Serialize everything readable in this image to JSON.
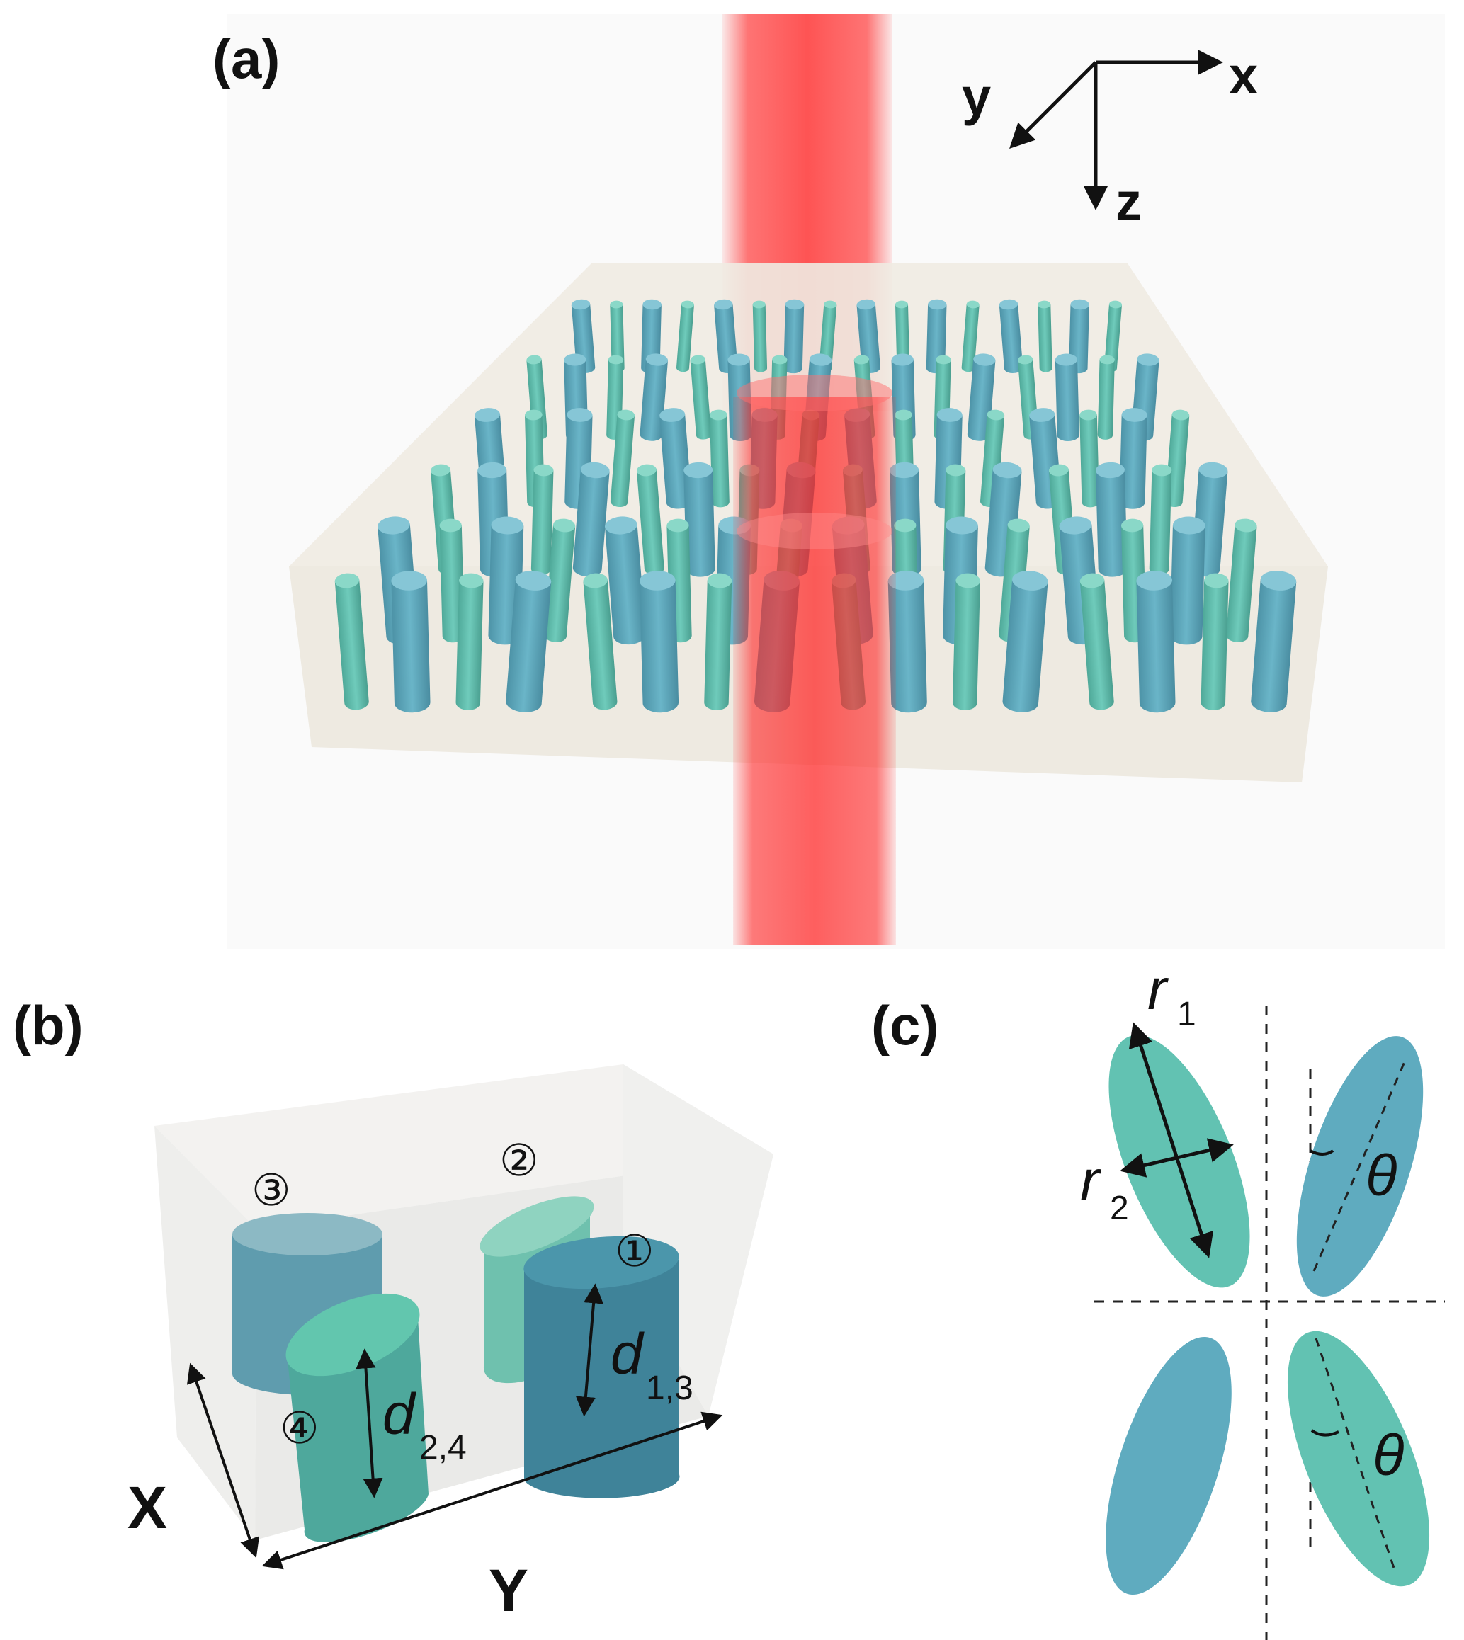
{
  "panel_a": {
    "label": "(a)",
    "axes": {
      "x": "x",
      "y": "y",
      "z": "z"
    }
  },
  "panel_b": {
    "label": "(b)",
    "pillar_numbers": [
      "①",
      "②",
      "③",
      "④"
    ],
    "dim_13": {
      "main": "d",
      "sub": "1,3"
    },
    "dim_24": {
      "main": "d",
      "sub": "2,4"
    },
    "cell_x": "X",
    "cell_y": "Y"
  },
  "panel_c": {
    "label": "(c)",
    "r1": {
      "main": "r",
      "sub": "1"
    },
    "r2": {
      "main": "r",
      "sub": "2"
    },
    "theta_top": "θ",
    "theta_bottom": "θ"
  },
  "colors": {
    "teal": "#62c2b2",
    "blue": "#5fabbf",
    "beam": "#ff2a2a",
    "substrate": "#efebe2"
  }
}
